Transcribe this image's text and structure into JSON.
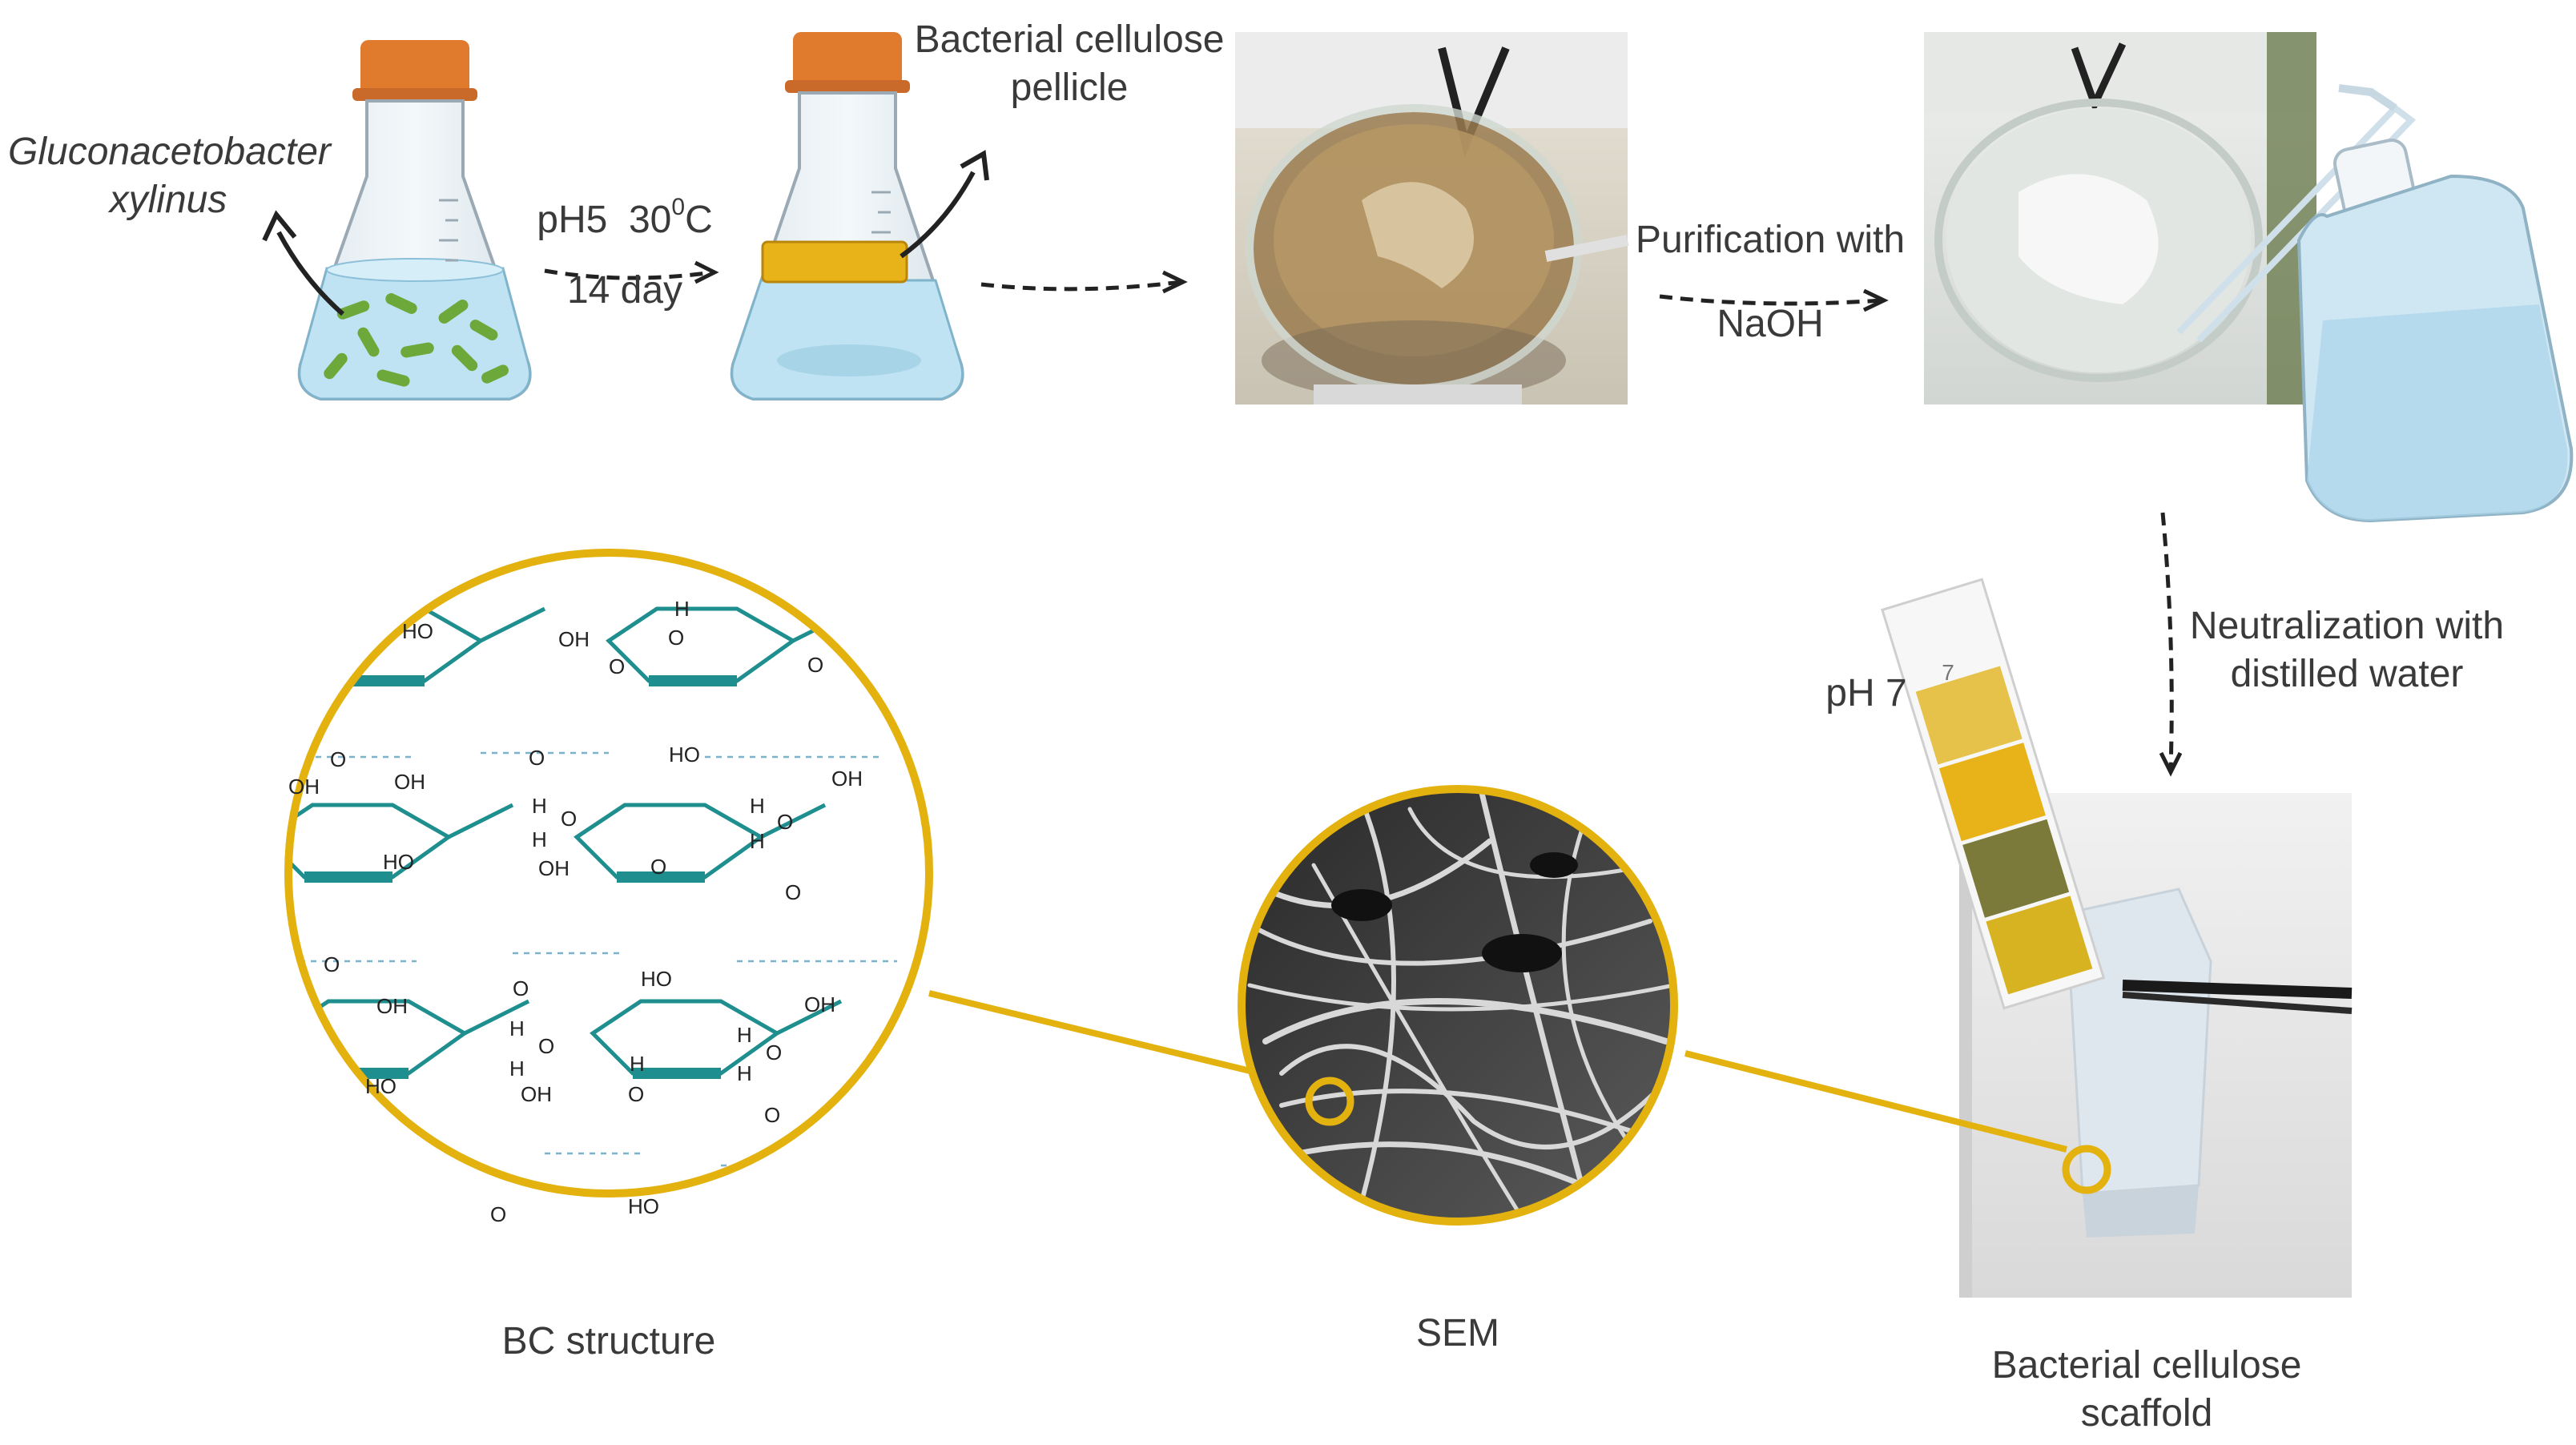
{
  "labels": {
    "organism_line1": "Gluconacetobacter",
    "organism_line2": "xylinus",
    "ph5": "pH5",
    "temp_value": "30",
    "temp_sup": "0",
    "temp_unit": "C",
    "duration": "14 day",
    "pellicle_line1": "Bacterial cellulose",
    "pellicle_line2": "pellicle",
    "purification_line1": "Purification with",
    "purification_line2": "NaOH",
    "neutralization_line1": "Neutralization with",
    "neutralization_line2": "distilled water",
    "ph7": "pH 7",
    "strip_mark": "7",
    "bc_structure": "BC structure",
    "sem": "SEM",
    "scaffold_line1": "Bacterial cellulose",
    "scaffold_line2": "scaffold"
  },
  "molecule": {
    "atoms_O": "O",
    "atoms_OH": "OH",
    "atoms_HO": "HO",
    "atoms_H": "H"
  },
  "colors": {
    "accent_gold": "#E3B20F",
    "cap_orange": "#E07B2E",
    "medium_blue": "#BFE3F2",
    "bacteria_green": "#6DA83A",
    "pellicle_yellow": "#E8B319",
    "molecule_teal": "#1F8E8E",
    "label_gray": "#3a3a3a"
  }
}
